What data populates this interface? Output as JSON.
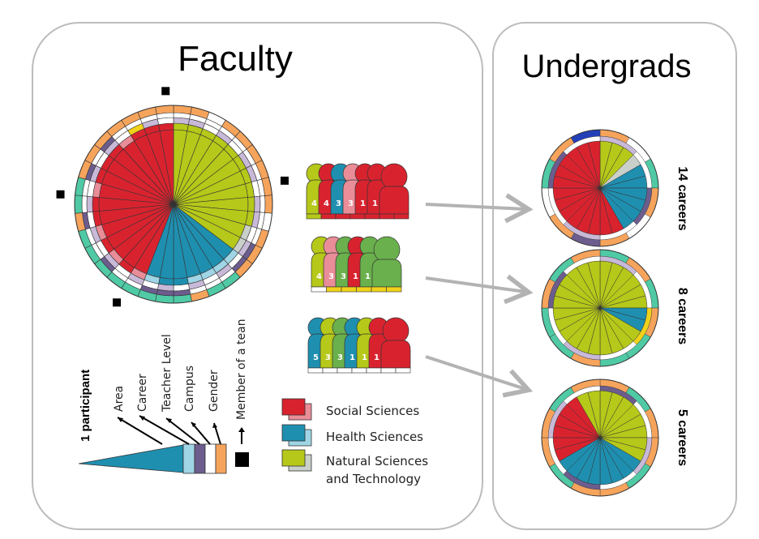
{
  "panels": {
    "faculty_title": "Faculty",
    "undergrads_title": "Undergrads"
  },
  "colors": {
    "social": "#d8232f",
    "social_light": "#e98d98",
    "health": "#1f8fb0",
    "health_light": "#9fd5e5",
    "natural": "#b6c819",
    "natural_light": "#c9cfc9",
    "natural_green": "#6ab04c",
    "orange": "#f6a45c",
    "teal": "#4fcaa5",
    "purple": "#6c5d8e",
    "lavender": "#c8b9d8",
    "yellow": "#f1d21a",
    "blue": "#2340b8",
    "arrow": "#b3b3b3"
  },
  "faculty_wheel": {
    "slices": [
      {
        "area": "natural",
        "career": "natural",
        "level": "lavender",
        "campus": "white",
        "gender": "orange"
      },
      {
        "area": "natural",
        "career": "natural",
        "level": "lavender",
        "campus": "white",
        "gender": "orange"
      },
      {
        "area": "natural",
        "career": "natural",
        "level": "white",
        "campus": "white",
        "gender": "white"
      },
      {
        "area": "natural",
        "career": "natural",
        "level": "lavender",
        "campus": "white",
        "gender": "orange"
      },
      {
        "area": "natural",
        "career": "natural",
        "level": "white",
        "campus": "white",
        "gender": "orange"
      },
      {
        "area": "natural",
        "career": "natural",
        "level": "lavender",
        "campus": "white",
        "gender": "orange"
      },
      {
        "area": "natural",
        "career": "natural",
        "level": "lavender",
        "campus": "white",
        "gender": "orange"
      },
      {
        "area": "natural",
        "career": "natural",
        "level": "white",
        "campus": "white",
        "gender": "orange"
      },
      {
        "area": "natural",
        "career": "natural",
        "level": "lavender",
        "campus": "white",
        "gender": "orange"
      },
      {
        "area": "natural",
        "career": "natural",
        "level": "lavender",
        "campus": "white",
        "gender": "white"
      },
      {
        "area": "natural",
        "career": "natural_light",
        "level": "white",
        "campus": "white",
        "gender": "orange"
      },
      {
        "area": "natural",
        "career": "natural_light",
        "level": "lavender",
        "campus": "purple",
        "gender": "orange"
      },
      {
        "area": "health",
        "career": "health_light",
        "level": "white",
        "campus": "purple",
        "gender": "orange"
      },
      {
        "area": "health",
        "career": "health_light",
        "level": "lavender",
        "campus": "white",
        "gender": "teal"
      },
      {
        "area": "health",
        "career": "health_light",
        "level": "white",
        "campus": "white",
        "gender": "teal"
      },
      {
        "area": "health",
        "career": "health_light",
        "level": "lavender",
        "campus": "white",
        "gender": "orange"
      },
      {
        "area": "health",
        "career": "health",
        "level": "white",
        "campus": "purple",
        "gender": "teal"
      },
      {
        "area": "health",
        "career": "health",
        "level": "lavender",
        "campus": "purple",
        "gender": "teal"
      },
      {
        "area": "health",
        "career": "health_light",
        "level": "white",
        "campus": "purple",
        "gender": "teal"
      },
      {
        "area": "social",
        "career": "social_light",
        "level": "lavender",
        "campus": "white",
        "gender": "teal"
      },
      {
        "area": "social",
        "career": "social",
        "level": "white",
        "campus": "white",
        "gender": "teal"
      },
      {
        "area": "social",
        "career": "social_light",
        "level": "lavender",
        "campus": "purple",
        "gender": "teal"
      },
      {
        "area": "social",
        "career": "social",
        "level": "white",
        "campus": "white",
        "gender": "teal"
      },
      {
        "area": "social",
        "career": "social_light",
        "level": "lavender",
        "campus": "white",
        "gender": "teal"
      },
      {
        "area": "social",
        "career": "social",
        "level": "white",
        "campus": "purple",
        "gender": "orange"
      },
      {
        "area": "social",
        "career": "social",
        "level": "lavender",
        "campus": "white",
        "gender": "teal"
      },
      {
        "area": "social",
        "career": "social_light",
        "level": "white",
        "campus": "white",
        "gender": "teal"
      },
      {
        "area": "social",
        "career": "social",
        "level": "lavender",
        "campus": "purple",
        "gender": "orange"
      },
      {
        "area": "social",
        "career": "social",
        "level": "white",
        "campus": "white",
        "gender": "orange"
      },
      {
        "area": "social",
        "career": "social",
        "level": "lavender",
        "campus": "purple",
        "gender": "orange"
      },
      {
        "area": "social",
        "career": "social_light",
        "level": "white",
        "campus": "white",
        "gender": "orange"
      },
      {
        "area": "social",
        "career": "social",
        "level": "yellow",
        "campus": "white",
        "gender": "orange"
      },
      {
        "area": "social",
        "career": "social",
        "level": "lavender",
        "campus": "white",
        "gender": "orange"
      },
      {
        "area": "social",
        "career": "social",
        "level": "white",
        "campus": "white",
        "gender": "orange"
      }
    ],
    "team_markers": [
      356,
      78,
      275,
      210
    ]
  },
  "groups": [
    {
      "name": "social",
      "people": [
        {
          "color": "natural",
          "label": "4"
        },
        {
          "color": "social",
          "label": "4"
        },
        {
          "color": "health",
          "label": "3"
        },
        {
          "color": "social_light",
          "label": "3"
        },
        {
          "color": "social",
          "label": "1"
        },
        {
          "color": "social",
          "label": "1"
        },
        {
          "color": "social",
          "label": ""
        }
      ],
      "base": [
        "natural",
        "social",
        "social",
        "social",
        "social",
        "social",
        "social"
      ]
    },
    {
      "name": "natural",
      "people": [
        {
          "color": "natural",
          "label": "4"
        },
        {
          "color": "social_light",
          "label": "3"
        },
        {
          "color": "natural_green",
          "label": "3"
        },
        {
          "color": "social",
          "label": "1"
        },
        {
          "color": "natural_green",
          "label": "1"
        },
        {
          "color": "natural_green",
          "label": ""
        }
      ],
      "base": [
        "white",
        "yellow",
        "yellow",
        "yellow",
        "yellow",
        "yellow"
      ]
    },
    {
      "name": "health",
      "people": [
        {
          "color": "health",
          "label": "5"
        },
        {
          "color": "natural",
          "label": "3"
        },
        {
          "color": "natural_green",
          "label": "3"
        },
        {
          "color": "health",
          "label": "1"
        },
        {
          "color": "natural",
          "label": "1"
        },
        {
          "color": "social",
          "label": "1"
        },
        {
          "color": "social",
          "label": ""
        }
      ],
      "base": [
        "white",
        "white",
        "white",
        "white",
        "white",
        "white",
        "white"
      ]
    }
  ],
  "undergrad_wheels": [
    {
      "label": "14 careers",
      "slices": [
        "natural",
        "natural",
        "natural",
        "natural_light",
        "health",
        "health",
        "health",
        "health",
        "health",
        "health",
        "social",
        "social",
        "social",
        "social",
        "social",
        "social",
        "social",
        "social",
        "social",
        "social",
        "social",
        "social",
        "social",
        "social"
      ]
    },
    {
      "label": "8 careers",
      "slices": [
        "natural",
        "natural",
        "natural",
        "natural",
        "natural",
        "natural",
        "health",
        "health",
        "natural",
        "natural",
        "natural",
        "natural",
        "natural",
        "natural",
        "natural",
        "natural",
        "natural",
        "natural",
        "natural",
        "natural",
        "natural",
        "natural",
        "natural",
        "natural"
      ]
    },
    {
      "label": "5 careers",
      "slices": [
        "natural",
        "natural",
        "natural",
        "natural",
        "natural",
        "natural",
        "natural",
        "natural",
        "health",
        "health",
        "health",
        "health",
        "health",
        "health",
        "health",
        "health",
        "social",
        "social",
        "social",
        "social",
        "social",
        "social",
        "natural",
        "natural"
      ]
    }
  ],
  "legend": {
    "participant_label": "1 participant",
    "rings": [
      "Area",
      "Career",
      "Teacher Level",
      "Campus",
      "Gender"
    ],
    "team_label": "Member of a tean",
    "areas": [
      {
        "key": "social",
        "label": "Social Sciences"
      },
      {
        "key": "health",
        "label": "Health Sciences"
      },
      {
        "key": "natural",
        "label": "Natural Sciences",
        "label2": "and Technology"
      }
    ]
  }
}
